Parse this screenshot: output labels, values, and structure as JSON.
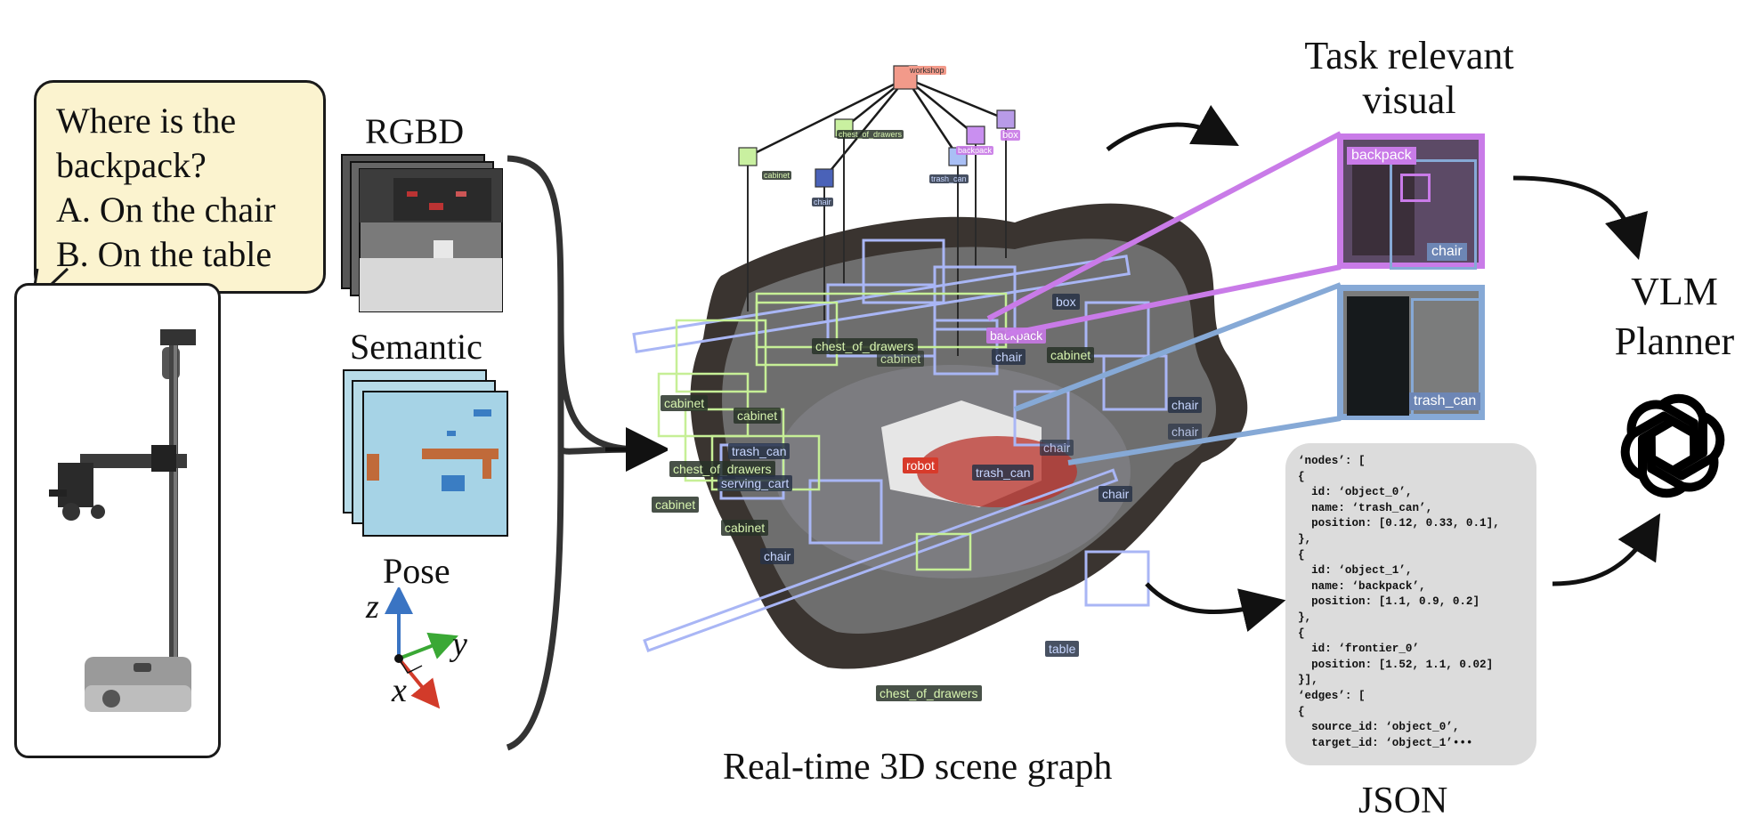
{
  "question": {
    "line1": "Where is the",
    "line2": "backpack?",
    "line3": "A. On the chair",
    "line4": "B. On the table"
  },
  "inputs": {
    "rgbd": "RGBD",
    "semantic": "Semantic",
    "pose": "Pose",
    "axis_z": "z",
    "axis_y": "y",
    "axis_x": "x"
  },
  "scene_graph": {
    "caption": "Real-time 3D scene graph",
    "root": "workshop",
    "top_nodes": [
      "chest_of_drawers",
      "cabinet",
      "chair",
      "backpack",
      "box",
      "trash_can"
    ],
    "labels": {
      "chest_of_drawers_1": "chest_of_drawers",
      "cabinet_top": "cabinet",
      "backpack": "backpack",
      "chair_1": "chair",
      "cabinet_2": "cabinet",
      "box": "box",
      "cabinet_3": "cabinet",
      "cabinet_4": "cabinet",
      "chair_2": "chair",
      "chair_3": "chair",
      "trash_can_1": "trash_can",
      "chest_of_drawers_2": "chest_of_drawers",
      "serving_cart": "serving_cart",
      "robot": "robot",
      "trash_can_2": "trash_can",
      "chair_4": "chair",
      "cabinet_5": "cabinet",
      "cabinet_6": "cabinet",
      "chair_5": "chair",
      "chest_of_drawers_3": "chest_of_drawers",
      "table": "table"
    }
  },
  "memory": {
    "title_line1": "Task relevant",
    "title_line2": "visual memory",
    "img1_backpack": "backpack",
    "img1_chair": "chair",
    "img2_trash": "trash_can"
  },
  "json_box": {
    "caption": "JSON",
    "content": "‘nodes’: [\n{\n  id: ‘object_0’,\n  name: ‘trash_can’,\n  position: [0.12, 0.33, 0.1],\n},\n{\n  id: ‘object_1’,\n  name: ‘backpack’,\n  position: [1.1, 0.9, 0.2]\n},\n{\n  id: ‘frontier_0’\n  position: [1.52, 1.1, 0.02]\n}],\n‘edges’: [\n{\n  source_id: ‘object_0’,\n  target_id: ‘object_1’•••"
  },
  "planner": {
    "line1": "VLM",
    "line2": "Planner"
  },
  "colors": {
    "question_bg": "#fbf3cf",
    "green_node": "#c9f0a0",
    "blue_node": "#a9bff5",
    "purple_node": "#c98ff0",
    "root_node": "#f29a8a"
  }
}
